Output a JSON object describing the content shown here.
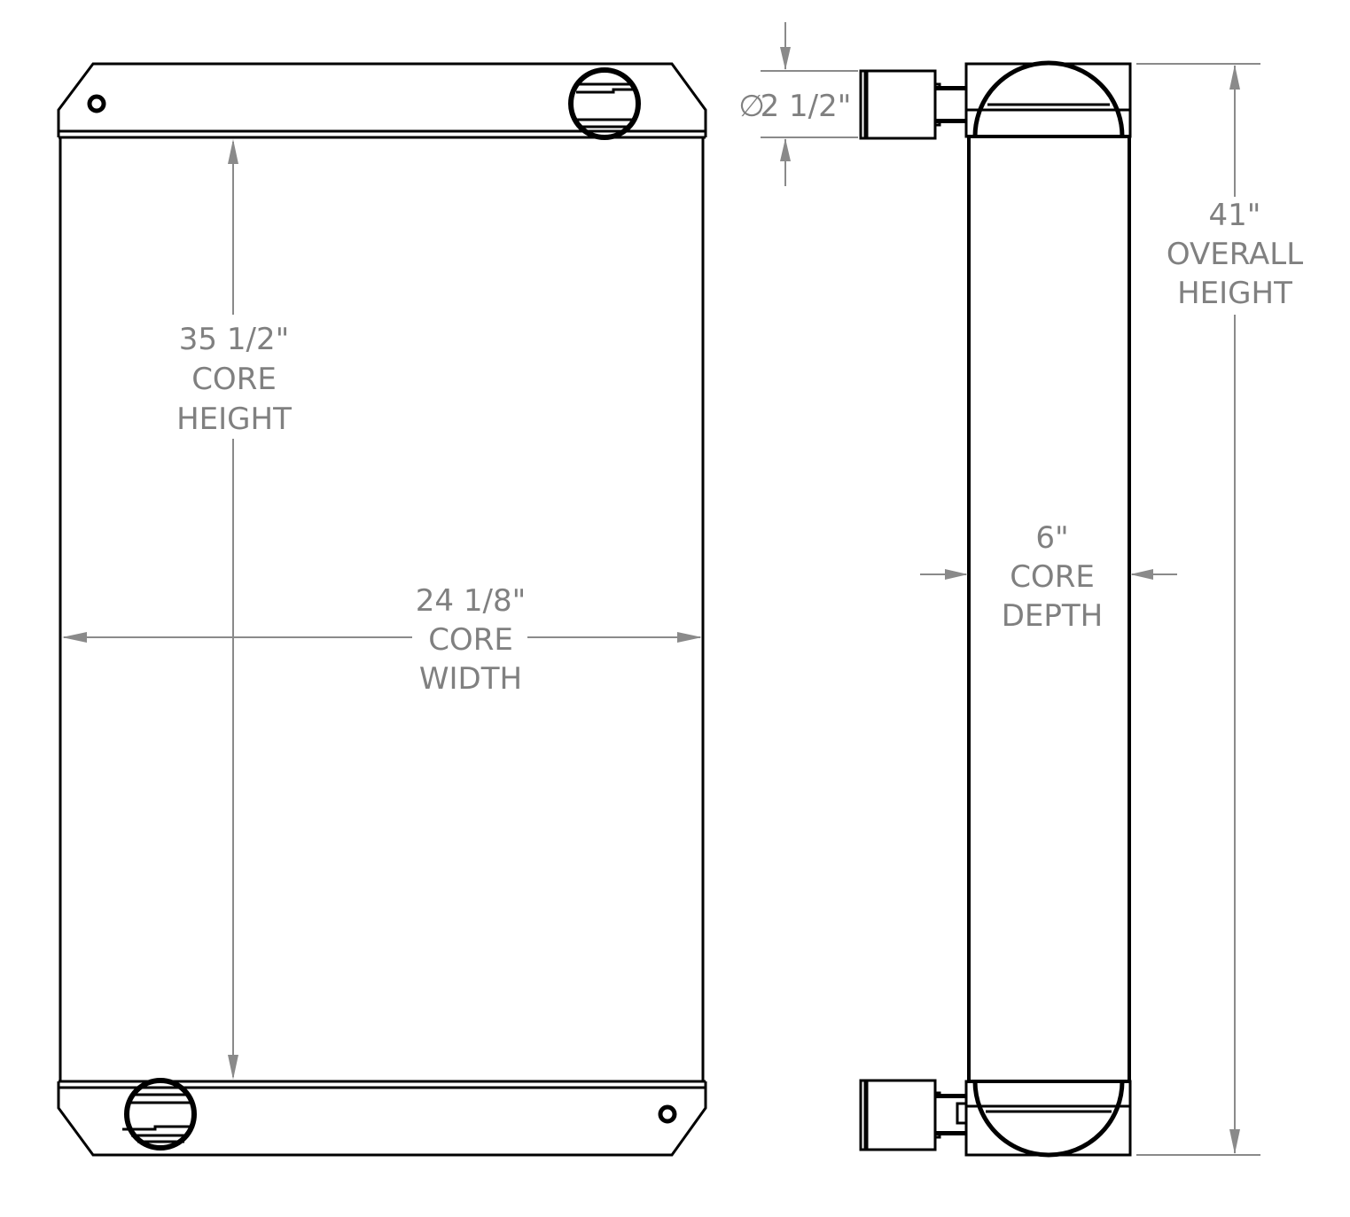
{
  "drawing": {
    "type": "radiator technical drawing",
    "front_view": {
      "core_height": {
        "value": "35 1/2\"",
        "line1": "CORE",
        "line2": "HEIGHT"
      },
      "core_width": {
        "value": "24 1/8\"",
        "line1": "CORE",
        "line2": "WIDTH"
      }
    },
    "side_view": {
      "inlet_diameter": {
        "symbol": "∅",
        "value": "2 1/2\""
      },
      "core_depth": {
        "value": "6\"",
        "line1": "CORE",
        "line2": "DEPTH"
      },
      "overall_height": {
        "value": "41\"",
        "line1": "OVERALL",
        "line2": "HEIGHT"
      }
    },
    "colors": {
      "outline": "#000000",
      "dimension": "#808080",
      "background": "#ffffff"
    }
  }
}
